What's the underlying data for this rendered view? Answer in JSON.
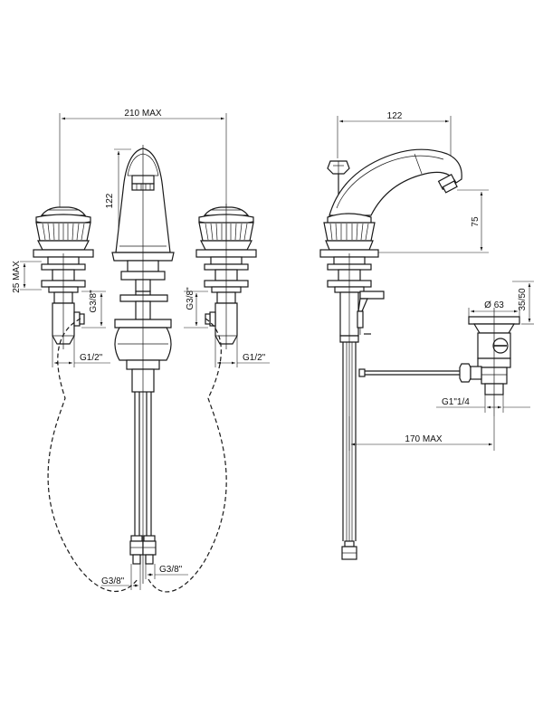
{
  "dimensions": {
    "front_width": "210 MAX",
    "front_spout_height": "122",
    "front_side_height": "25 MAX",
    "front_left_thread_top": "G3/8\"",
    "front_left_thread_bottom": "G1/2\"",
    "front_right_thread_top": "G3/8\"",
    "front_right_thread_bottom": "G1/2\"",
    "front_hose_left": "G3/8\"",
    "front_hose_right": "G3/8\"",
    "side_projection": "122",
    "side_spout_height": "75",
    "side_waste_diameter": "Ø 63",
    "side_waste_height": "35/50",
    "side_waste_thread": "G1\"1/4",
    "side_waste_reach": "170 MAX"
  },
  "colors": {
    "line": "#1a1a1a",
    "background": "#ffffff"
  }
}
